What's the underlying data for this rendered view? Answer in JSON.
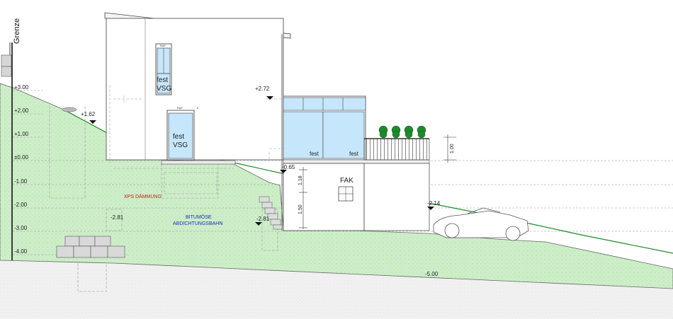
{
  "boundary_label": "Grenze",
  "level_scale": [
    "+3.00",
    "+2.00",
    "+1.00",
    "±0.00",
    "-1.00",
    "-2.00",
    "-3.00",
    "-4.00"
  ],
  "elevations": {
    "terrain_top": "+1.62",
    "upper_floor": "+2.72",
    "lower_floor": "-0.65",
    "garage_level": "-2.14",
    "foundation_left": "-2.81",
    "foundation_right": "-2.81",
    "road_level": "-5.00"
  },
  "window_labels": {
    "upper_fixed_1": "fest",
    "upper_fixed_2": "VSG",
    "lower_fixed_1": "fest",
    "lower_fixed_2": "VSG",
    "winter_garden_left": "fest",
    "winter_garden_right": "fest",
    "raf_upper": "RAF",
    "raf_lower": "RAF",
    "raf_k": "K"
  },
  "notes": {
    "insulation": "XPS DÄMMUNG",
    "waterproofing_1": "BITUMÖSE",
    "waterproofing_2": "ABDICHTUNGSBAHN",
    "fak": "FAK"
  },
  "dimensions": {
    "railing_height": "1.00",
    "wall_upper": "1.18",
    "wall_lower": "1.50"
  },
  "colors": {
    "grass": "#cdeec8",
    "grass_line": "#1f8a2a",
    "glass": "#c6e6fb",
    "gravel": "#f2f2f2",
    "plants": "#1e8a2e"
  }
}
